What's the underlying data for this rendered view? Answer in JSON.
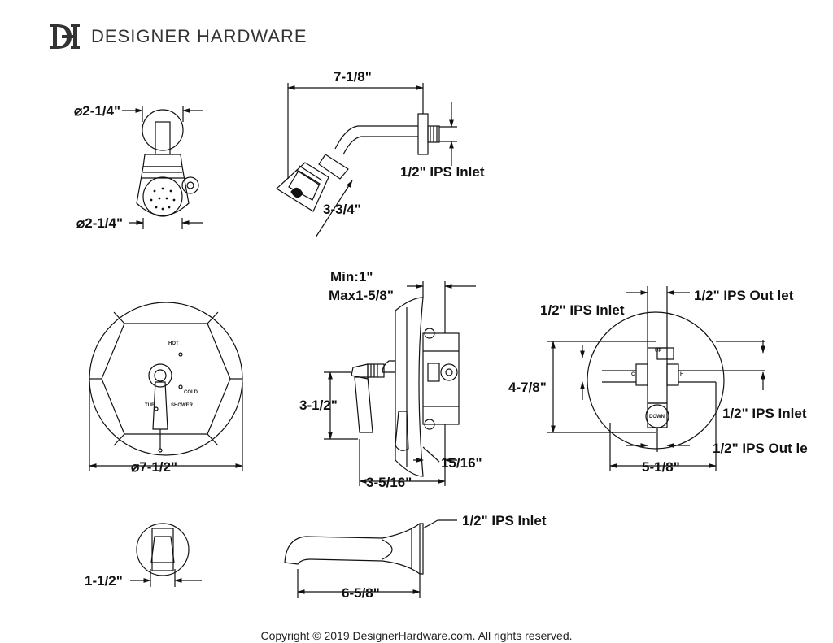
{
  "header": {
    "brand_name": "DESIGNER HARDWARE",
    "logo_letters": "DH"
  },
  "footer": {
    "copyright": "Copyright © 2019 DesignerHardware.com. All rights reserved."
  },
  "showerhead_front": {
    "top_dia": "⌀2-1/4\"",
    "bottom_dia": "⌀2-1/4\""
  },
  "showerhead_side": {
    "arm_length": "7-1/8\"",
    "head_drop": "3-3/4\"",
    "inlet": "1/2\" IPS Inlet"
  },
  "escutcheon_front": {
    "diameter": "⌀7-1/2\"",
    "hot": "HOT",
    "cold": "COLD",
    "tub": "TUB",
    "shower": "SHOWER"
  },
  "valve_side": {
    "wall_min": "Min:1\"",
    "wall_max": "Max1-5/8\"",
    "handle_height": "3-1/2\"",
    "projection": "3-5/16\"",
    "body_depth": "15/16\""
  },
  "valve_back": {
    "inlet_top": "1/2\" IPS Inlet",
    "outlet_top": "1/2\" IPS Out let",
    "inlet_right": "1/2\" IPS Inlet",
    "outlet_bottom": "1/2\" IPS Out le",
    "height": "4-7/8\"",
    "width": "5-1/8\"",
    "up": "UP",
    "down": "DOWN",
    "c": "C",
    "h": "H"
  },
  "spout_front": {
    "dia": "1-1/2\""
  },
  "spout_side": {
    "inlet": "1/2\" IPS Inlet",
    "length": "6-5/8\""
  }
}
